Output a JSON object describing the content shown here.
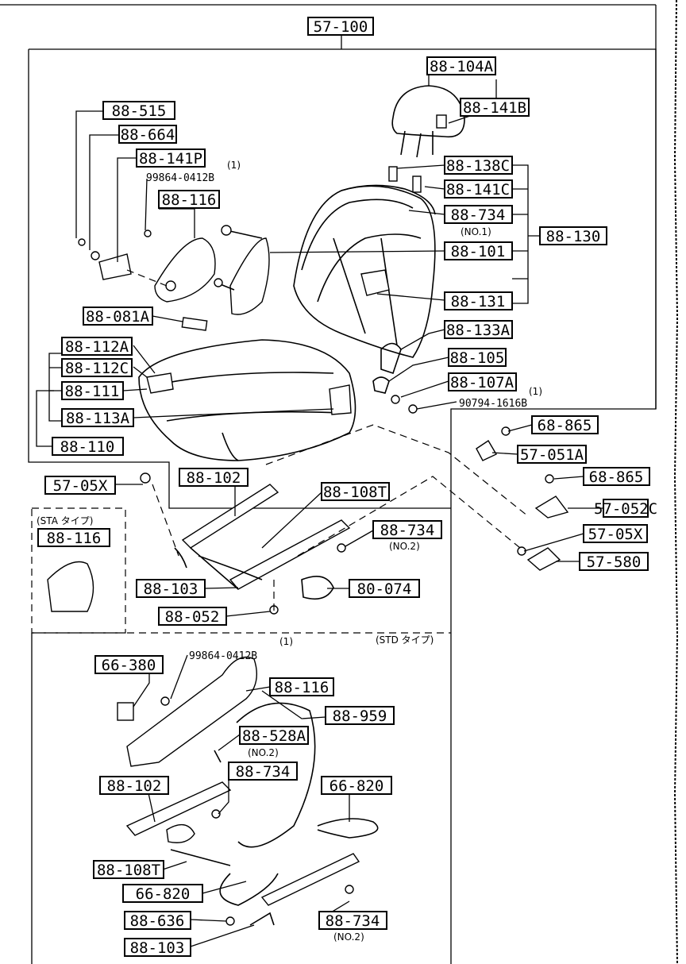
{
  "labels": {
    "top": "57-100",
    "l_104A": "88-104A",
    "l_141B": "88-141B",
    "l_515": "88-515",
    "l_664": "88-664",
    "l_141P": "88-141P",
    "l_138C": "88-138C",
    "l_141C": "88-141C",
    "l_734a": "88-734",
    "l_130": "88-130",
    "l_116a": "88-116",
    "l_101": "88-101",
    "l_131": "88-131",
    "l_081A": "88-081A",
    "l_133A": "88-133A",
    "l_112A": "88-112A",
    "l_112C": "88-112C",
    "l_105": "88-105",
    "l_111": "88-111",
    "l_107A": "88-107A",
    "l_113A": "88-113A",
    "l_865a": "68-865",
    "l_110": "88-110",
    "l_051A": "57-051A",
    "l_05Xa": "57-05X",
    "l_102a": "88-102",
    "l_108Ta": "88-108T",
    "l_865b": "68-865",
    "l_052C": "57-052C",
    "l_116b": "88-116",
    "l_734b": "88-734",
    "l_05Xb": "57-05X",
    "l_580": "57-580",
    "l_103a": "88-103",
    "l_074": "80-074",
    "l_052": "88-052",
    "l_380": "66-380",
    "l_116c": "88-116",
    "l_959": "88-959",
    "l_528A": "88-528A",
    "l_734c": "88-734",
    "l_102b": "88-102",
    "l_820a": "66-820",
    "l_108Tb": "88-108T",
    "l_820b": "66-820",
    "l_636": "88-636",
    "l_734d": "88-734",
    "l_103b": "88-103"
  },
  "notes": {
    "n1a": "(1)",
    "bolt1": "99864-0412B",
    "no1": "(NO.1)",
    "n1b": "(1)",
    "bolt2": "90794-1616B",
    "sta": "(STA タイプ)",
    "no2a": "(NO.2)",
    "std": "(STD タイプ)",
    "n1c": "(1)",
    "bolt3": "99864-0412B",
    "no2b": "(NO.2)",
    "no2c": "(NO.2)"
  }
}
